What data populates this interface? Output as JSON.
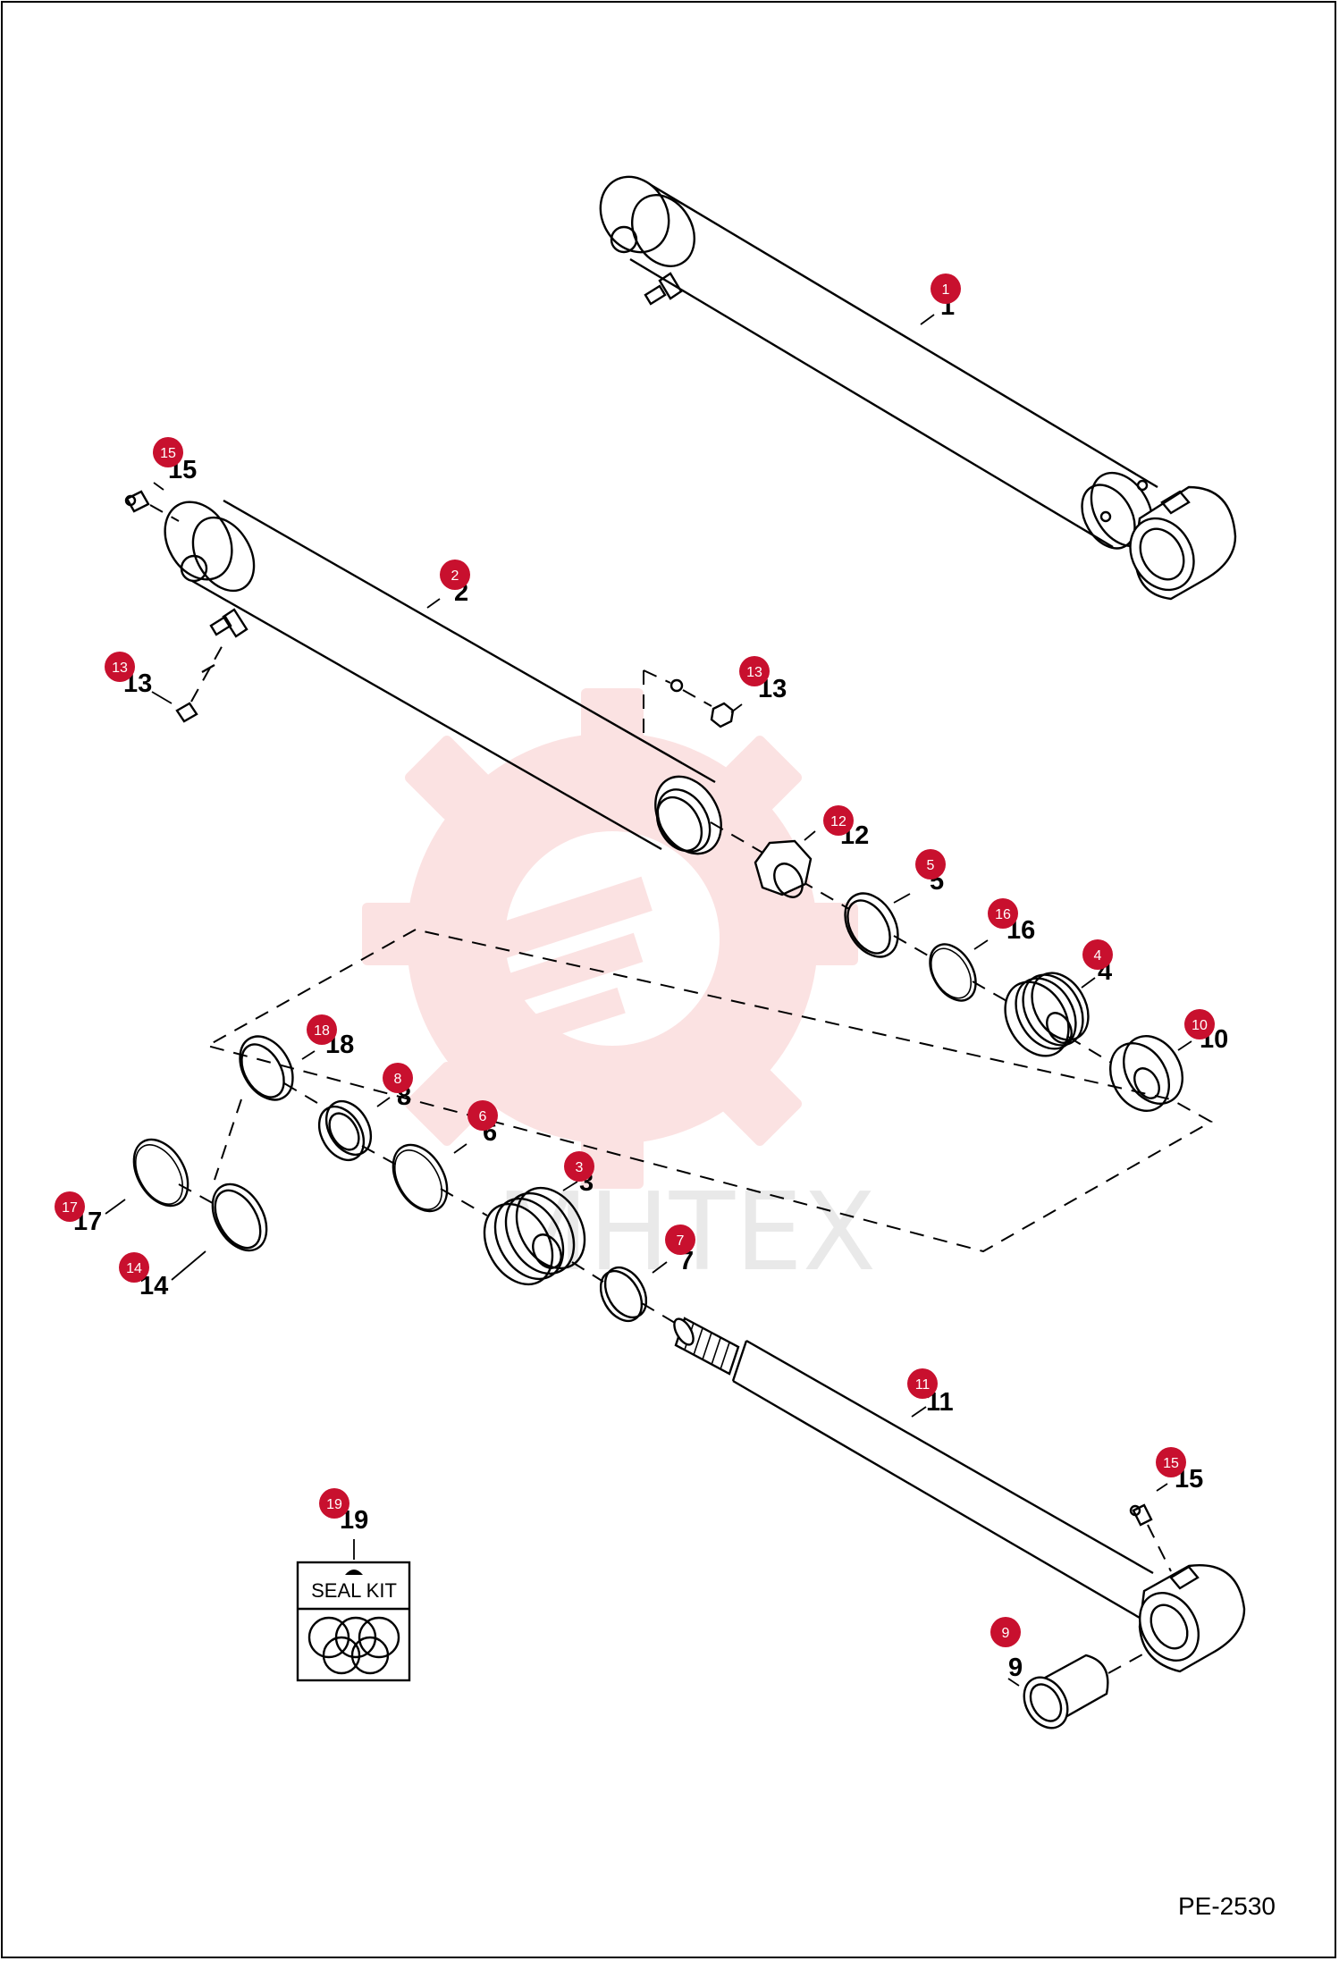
{
  "diagram": {
    "drawing_code": "PE-2530",
    "watermark_text": "MHTEX",
    "seal_kit_label": "SEAL KIT",
    "accent_color": "#c8102e",
    "callouts": [
      {
        "id": "c1",
        "number": "1",
        "badge": "1"
      },
      {
        "id": "c2",
        "number": "2",
        "badge": "2"
      },
      {
        "id": "c3",
        "number": "3",
        "badge": "3"
      },
      {
        "id": "c4",
        "number": "4",
        "badge": "4"
      },
      {
        "id": "c5",
        "number": "5",
        "badge": "5"
      },
      {
        "id": "c6",
        "number": "6",
        "badge": "6"
      },
      {
        "id": "c7",
        "number": "7",
        "badge": "7"
      },
      {
        "id": "c8",
        "number": "8",
        "badge": "8"
      },
      {
        "id": "c9",
        "number": "9",
        "badge": "9"
      },
      {
        "id": "c10",
        "number": "10",
        "badge": "10"
      },
      {
        "id": "c11",
        "number": "11",
        "badge": "11"
      },
      {
        "id": "c12",
        "number": "12",
        "badge": "12"
      },
      {
        "id": "c13a",
        "number": "13",
        "badge": "13"
      },
      {
        "id": "c13b",
        "number": "13",
        "badge": "13"
      },
      {
        "id": "c14",
        "number": "14",
        "badge": "14"
      },
      {
        "id": "c15a",
        "number": "15",
        "badge": "15"
      },
      {
        "id": "c15b",
        "number": "15",
        "badge": "15"
      },
      {
        "id": "c16",
        "number": "16",
        "badge": "16"
      },
      {
        "id": "c17",
        "number": "17",
        "badge": "17"
      },
      {
        "id": "c18",
        "number": "18",
        "badge": "18"
      },
      {
        "id": "c19",
        "number": "19",
        "badge": "19"
      }
    ]
  }
}
